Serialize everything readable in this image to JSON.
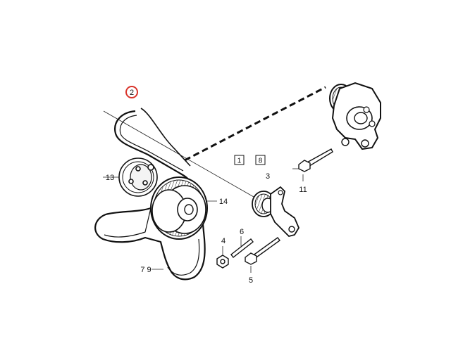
{
  "callouts": {
    "c2": "2",
    "c1": "1",
    "c8": "8",
    "c3": "3",
    "c11": "11",
    "c13": "13",
    "c14": "14",
    "c6": "6",
    "c4": "4",
    "c5": "5",
    "c79": "7 9"
  },
  "colors": {
    "line": "#111111",
    "callout_ring": "#d9342b",
    "background": "#ffffff"
  }
}
